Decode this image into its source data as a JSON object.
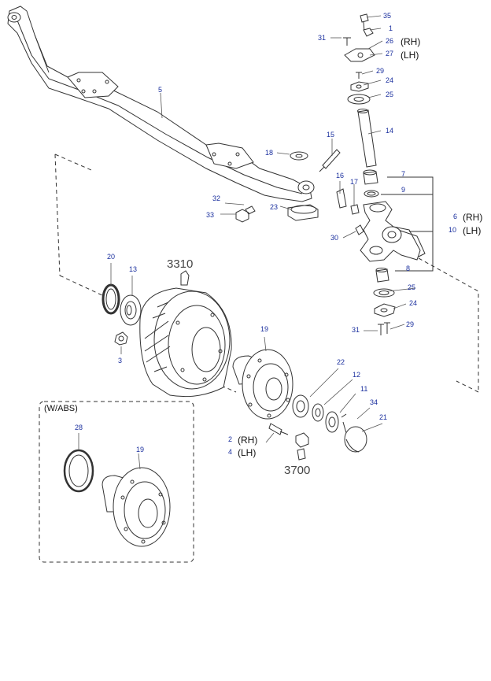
{
  "diagram": {
    "variant_box_label": "(W/ABS)",
    "section_refs": {
      "drum": "3310",
      "nut": "3700"
    },
    "side_labels": {
      "rh": "(RH)",
      "lh": "(LH)"
    },
    "parts": {
      "p35": "35",
      "p1": "1",
      "p31_top": "31",
      "p26": "26",
      "p27": "27",
      "p29_top": "29",
      "p24_top": "24",
      "p25_top": "25",
      "p14": "14",
      "p5": "5",
      "p15": "15",
      "p18": "18",
      "p16": "16",
      "p17": "17",
      "p7": "7",
      "p9": "9",
      "p32": "32",
      "p33": "33",
      "p23": "23",
      "p6": "6",
      "p10": "10",
      "p30": "30",
      "p8": "8",
      "p25_bot": "25",
      "p24_bot": "24",
      "p31_bot": "31",
      "p29_bot": "29",
      "p20": "20",
      "p13": "13",
      "p3": "3",
      "p19": "19",
      "p22": "22",
      "p12": "12",
      "p11": "11",
      "p34": "34",
      "p21": "21",
      "p2": "2",
      "p4": "4",
      "p28": "28",
      "p19_abs": "19"
    }
  }
}
